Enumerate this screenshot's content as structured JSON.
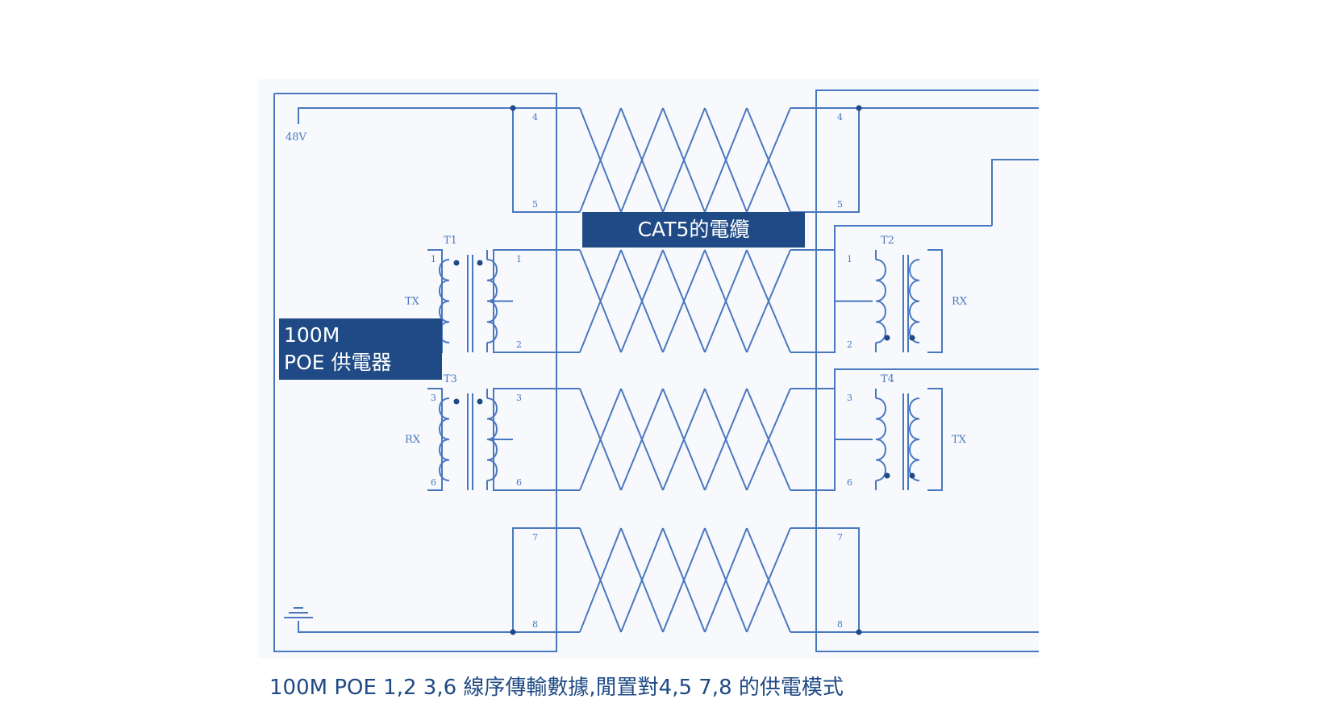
{
  "labels": {
    "cable": "CAT5的電纜",
    "pse_line1": "100M",
    "pse_line2": "POE 供電器",
    "caption": "100M POE 1,2 3,6 線序傳輸數據,閒置對4,5 7,8 的供電模式"
  },
  "schematic": {
    "supply_voltage": "48V",
    "transformers": [
      "T1",
      "T3",
      "T2",
      "T4"
    ],
    "left_signals": [
      "TX",
      "RX"
    ],
    "right_signals": [
      "RX",
      "TX"
    ],
    "pairs": [
      {
        "pins": [
          "4",
          "5"
        ],
        "role": "power"
      },
      {
        "pins": [
          "1",
          "2"
        ],
        "role": "data"
      },
      {
        "pins": [
          "3",
          "6"
        ],
        "role": "data"
      },
      {
        "pins": [
          "7",
          "8"
        ],
        "role": "power"
      }
    ],
    "line_color": "#4a78c0",
    "label_bg": "#1f4a85"
  }
}
